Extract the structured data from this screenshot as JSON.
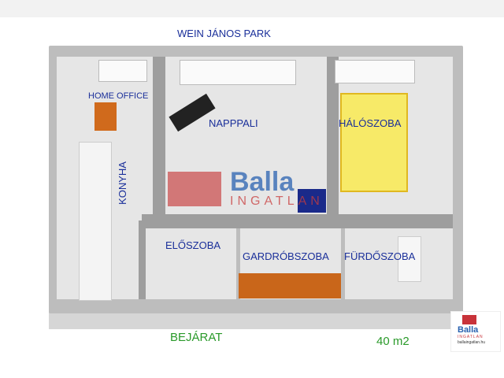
{
  "street_label": "WEIN JÁNOS PARK",
  "rooms": {
    "home_office": "HOME OFFICE",
    "living": "NAPPPALI",
    "bedroom": "HÁLÓSZOBA",
    "kitchen": "KONYHA",
    "hall": "ELŐSZOBA",
    "wardrobe": "GARDRÓBSZOBA",
    "bathroom": "FÜRDŐSZOBA"
  },
  "entrance_label": "BEJÁRAT",
  "area_label": "40 m2",
  "watermark": {
    "brand": "Balla",
    "sub": "INGATLAN"
  },
  "logo": {
    "brand": "Balla",
    "sub": "INGATLAN",
    "url": "ballaingatlan.hu"
  },
  "colors": {
    "brand_red": "#c8333a",
    "brand_blue": "#2a62b0",
    "label_blue": "#1a2f9a",
    "label_green": "#2a9a2a"
  }
}
